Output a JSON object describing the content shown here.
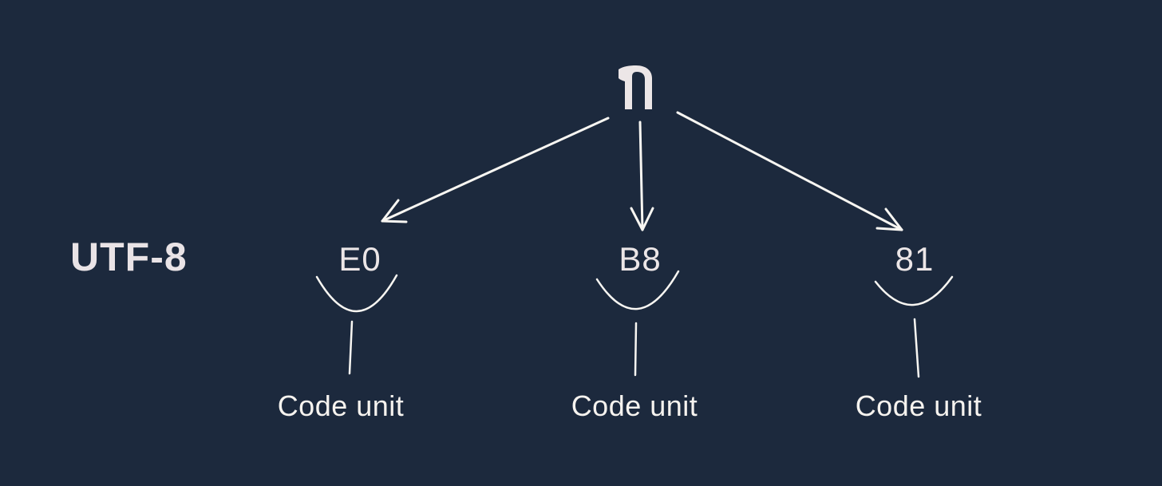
{
  "diagram": {
    "character": "ก",
    "encoding_label": "UTF-8",
    "bytes": [
      {
        "value": "E0",
        "label": "Code unit"
      },
      {
        "value": "B8",
        "label": "Code unit"
      },
      {
        "value": "81",
        "label": "Code unit"
      }
    ]
  },
  "colors": {
    "background": "#1c293d",
    "text": "#ece6e7",
    "line": "#f8f6f2"
  }
}
